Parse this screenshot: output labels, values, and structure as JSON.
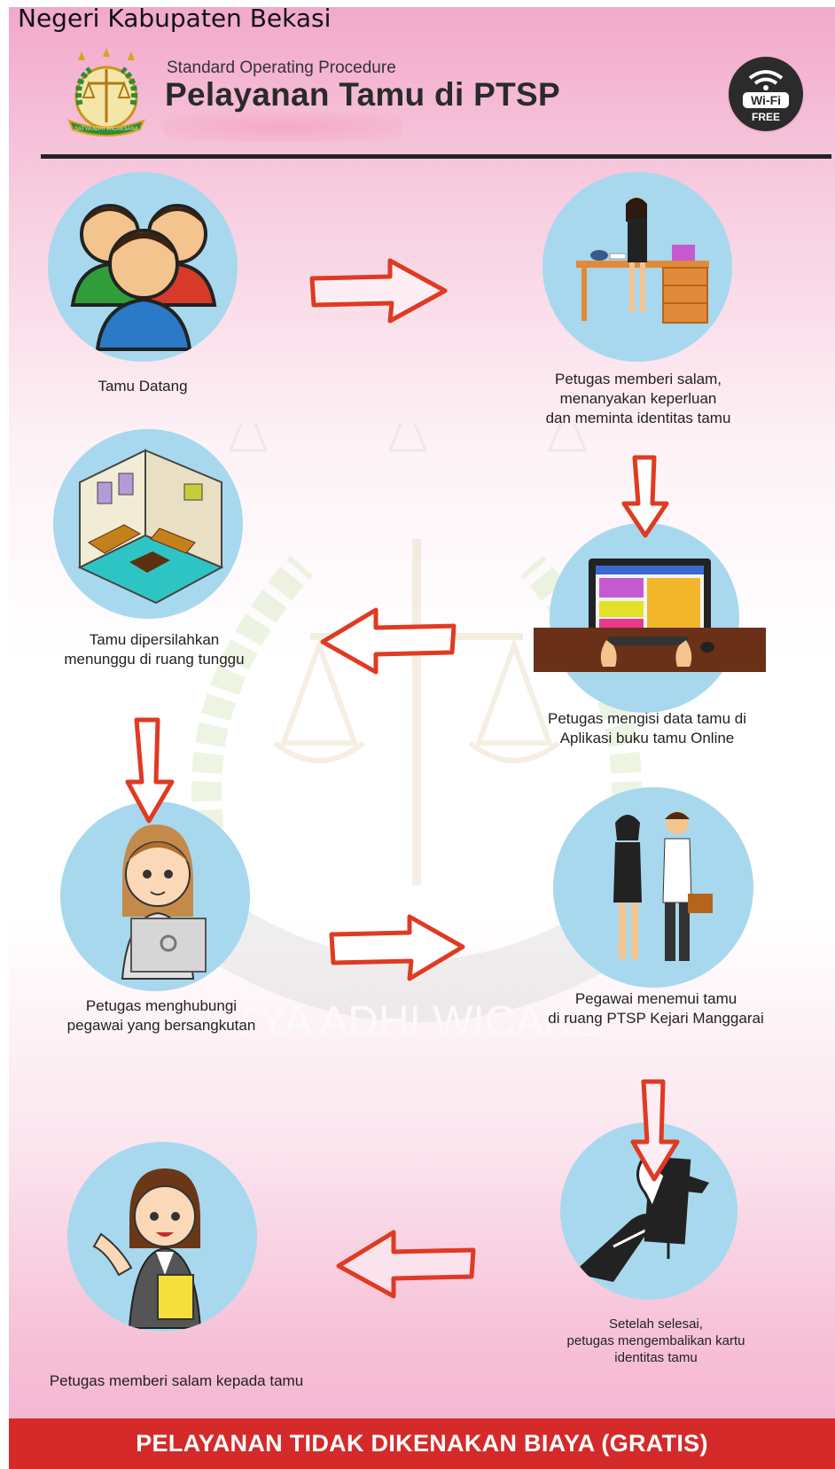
{
  "caption": "Negeri Kabupaten Bekasi",
  "header": {
    "subtitle": "Standard Operating Procedure",
    "title": "Pelayanan Tamu di PTSP",
    "wifi_top": "Wi-Fi",
    "wifi_bottom": "FREE"
  },
  "logo_text": "SATYA ADHI WICAKSANA",
  "watermark_text": "TYA ADHI WICAKS",
  "steps": [
    {
      "label": [
        "Tamu Datang"
      ],
      "icon": "guests-icon"
    },
    {
      "label": [
        "Petugas memberi salam,",
        "menanyakan keperluan",
        "dan meminta identitas tamu"
      ],
      "icon": "receptionist-desk-icon"
    },
    {
      "label": [
        "Petugas mengisi data tamu di",
        "Aplikasi buku tamu Online"
      ],
      "icon": "computer-icon"
    },
    {
      "label": [
        "Tamu dipersilahkan",
        "menunggu di ruang tunggu"
      ],
      "icon": "waiting-room-icon"
    },
    {
      "label": [
        "Petugas menghubungi",
        "pegawai yang bersangkutan"
      ],
      "icon": "operator-icon"
    },
    {
      "label": [
        "Pegawai menemui tamu",
        "di ruang PTSP Kejari Manggarai"
      ],
      "icon": "meeting-icon"
    },
    {
      "label": [
        "Setelah selesai,",
        "petugas mengembalikan kartu",
        "identitas tamu"
      ],
      "icon": "id-card-return-icon"
    },
    {
      "label": [
        "Petugas memberi salam kepada tamu"
      ],
      "icon": "greeting-officer-icon"
    }
  ],
  "footer": "PELAYANAN TIDAK DIKENAKAN BIAYA (GRATIS)",
  "colors": {
    "arrow": "#e03a22",
    "circle": "#a8d8ee",
    "footer": "#d42a2a"
  }
}
